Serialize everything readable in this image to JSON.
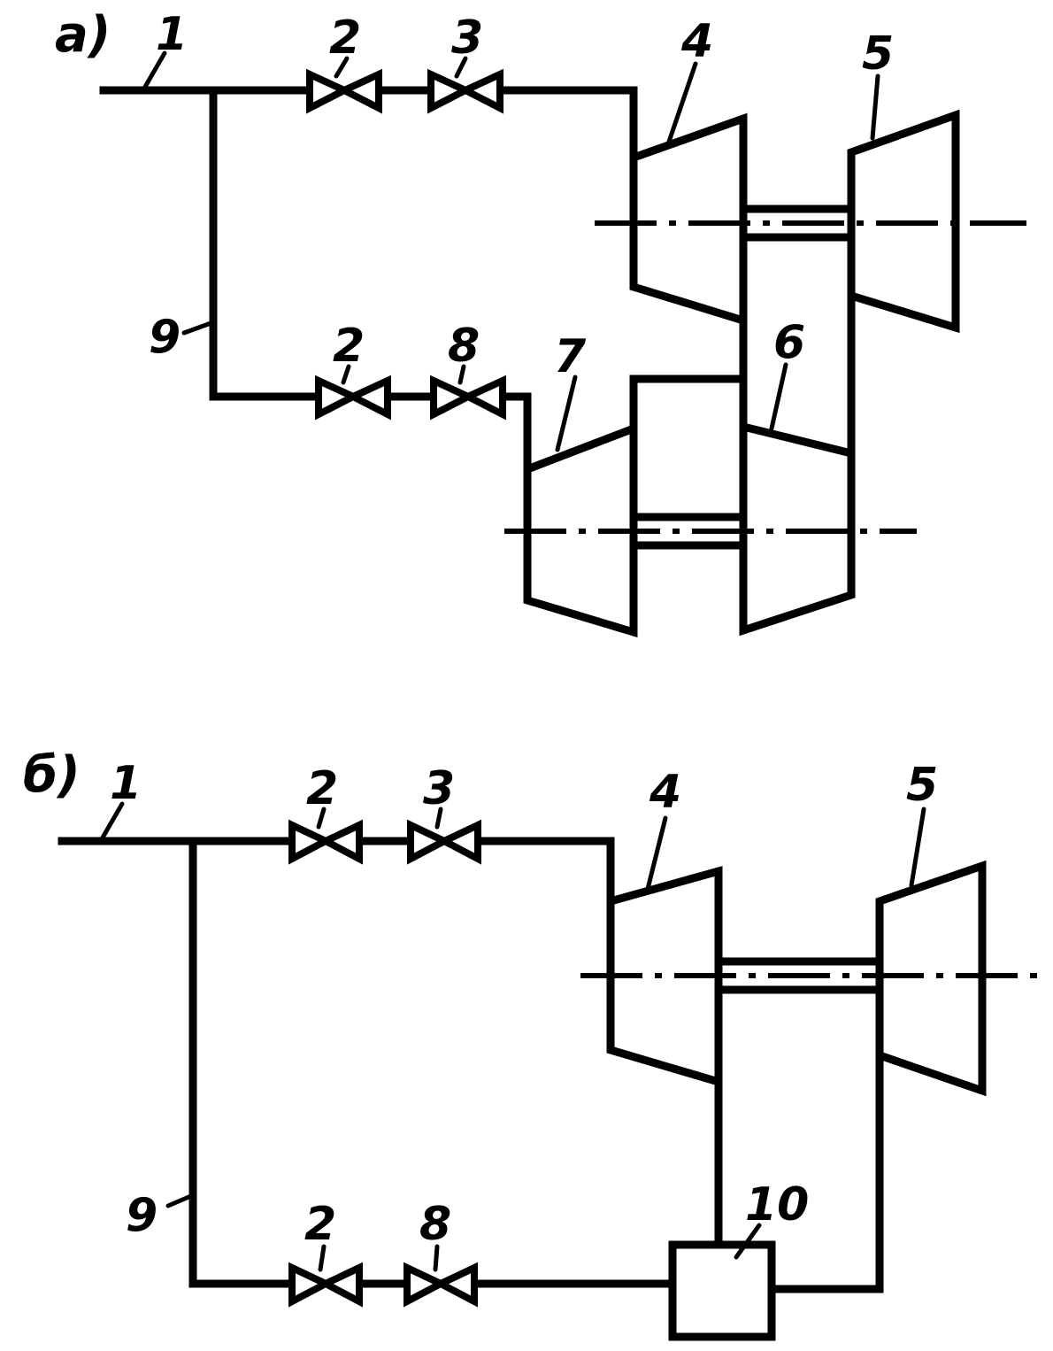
{
  "diagrams": [
    {
      "part_label": "а)",
      "labels": {
        "pipe": "1",
        "valve_main_1": "2",
        "valve_main_2": "3",
        "turbine_4": "4",
        "turbine_5": "5",
        "turbine_6": "6",
        "turbine_7": "7",
        "valve_branch_1": "2",
        "valve_branch_2": "8",
        "branch_pipe": "9"
      }
    },
    {
      "part_label": "б)",
      "labels": {
        "pipe": "1",
        "valve_main_1": "2",
        "valve_main_2": "3",
        "turbine_4": "4",
        "turbine_5": "5",
        "valve_branch_1": "2",
        "valve_branch_2": "8",
        "branch_pipe": "9",
        "unit_10": "10"
      }
    }
  ]
}
